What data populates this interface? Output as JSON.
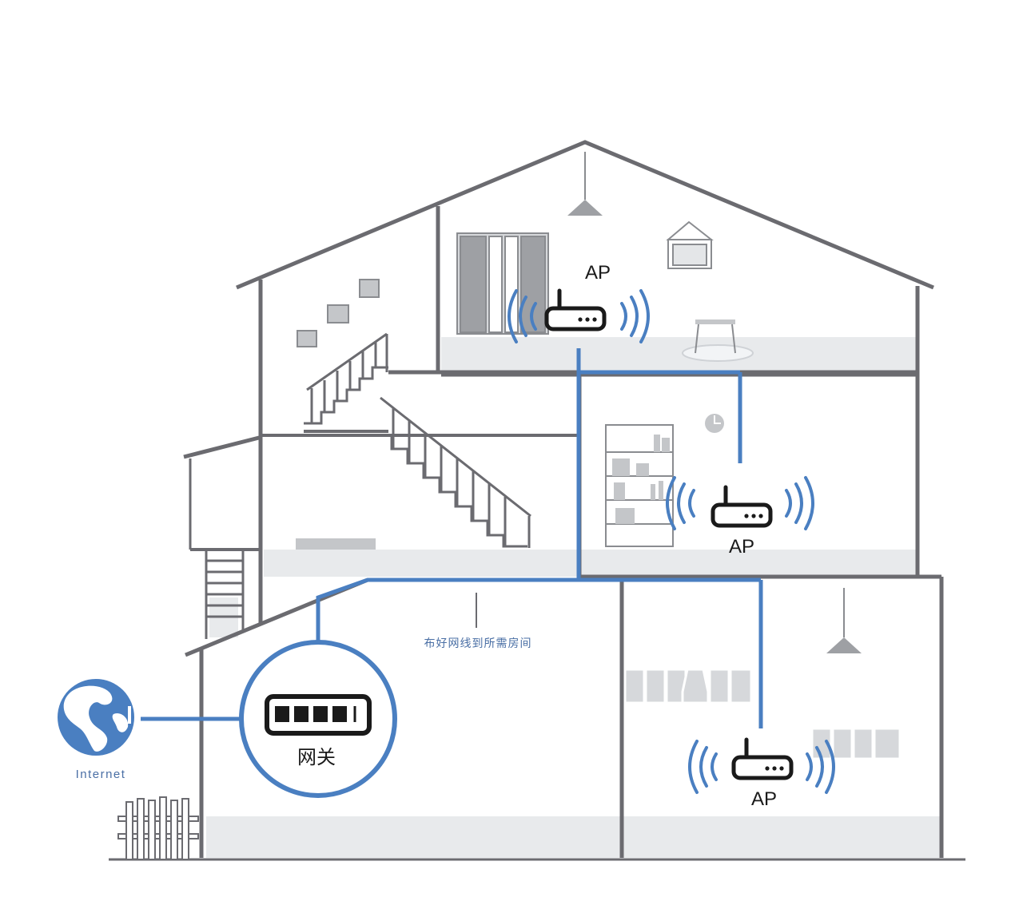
{
  "labels": {
    "ap_top": "AP",
    "ap_middle": "AP",
    "ap_bottom": "AP",
    "gateway": "网关",
    "cable_note": "布好网线到所需房间",
    "internet": "Internet"
  },
  "colors": {
    "wall": "#6b6b70",
    "floor": "#e6e8ea",
    "cable": "#4a7fc1",
    "globe": "#4a7fc1",
    "device": "#1a1a1a",
    "furniture": "#c4c6c9"
  },
  "icons": {
    "router": "router-icon",
    "gateway": "gateway-switch-icon",
    "globe": "globe-icon",
    "lamp": "ceiling-lamp-icon"
  }
}
